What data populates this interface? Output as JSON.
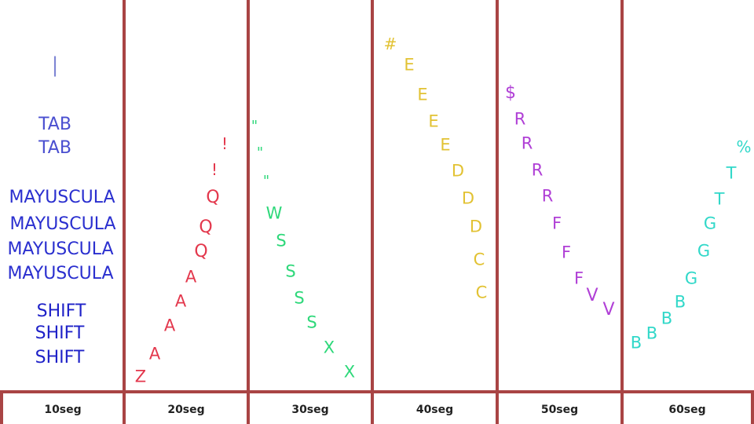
{
  "time_labels": [
    "10seg",
    "20seg",
    "30seg",
    "40seg",
    "50seg",
    "60seg"
  ],
  "colors": {
    "divider": "#a94444",
    "col1_light": "#7f86d4",
    "col1_tab": "#4a4fd0",
    "col1_mayuscula": "#2a2fcf",
    "col1_shift": "#1f22c8",
    "col2": "#e3374c",
    "col3": "#2ed87a",
    "col4": "#e2c233",
    "col5": "#b03fd6",
    "col6": "#31d8c9"
  },
  "columns": [
    {
      "keys": [
        {
          "text": "|",
          "color": "col1_light"
        },
        {
          "text": "TAB",
          "color": "col1_tab"
        },
        {
          "text": "TAB",
          "color": "col1_tab"
        },
        {
          "text": "MAYUSCULA",
          "color": "col1_mayuscula"
        },
        {
          "text": "MAYUSCULA",
          "color": "col1_mayuscula"
        },
        {
          "text": "MAYUSCULA",
          "color": "col1_mayuscula"
        },
        {
          "text": "MAYUSCULA",
          "color": "col1_mayuscula"
        },
        {
          "text": "SHIFT",
          "color": "col1_shift"
        },
        {
          "text": "SHIFT",
          "color": "col1_shift"
        },
        {
          "text": "SHIFT",
          "color": "col1_shift"
        }
      ]
    },
    {
      "keys": [
        {
          "text": "!",
          "color": "col2"
        },
        {
          "text": "!",
          "color": "col2"
        },
        {
          "text": "Q",
          "color": "col2"
        },
        {
          "text": "Q",
          "color": "col2"
        },
        {
          "text": "Q",
          "color": "col2"
        },
        {
          "text": "A",
          "color": "col2"
        },
        {
          "text": "A",
          "color": "col2"
        },
        {
          "text": "A",
          "color": "col2"
        },
        {
          "text": "A",
          "color": "col2"
        },
        {
          "text": "Z",
          "color": "col2"
        }
      ]
    },
    {
      "keys": [
        {
          "text": "\"",
          "color": "col3"
        },
        {
          "text": "\"",
          "color": "col3"
        },
        {
          "text": "\"",
          "color": "col3"
        },
        {
          "text": "W",
          "color": "col3"
        },
        {
          "text": "S",
          "color": "col3"
        },
        {
          "text": "S",
          "color": "col3"
        },
        {
          "text": "S",
          "color": "col3"
        },
        {
          "text": "S",
          "color": "col3"
        },
        {
          "text": "X",
          "color": "col3"
        },
        {
          "text": "X",
          "color": "col3"
        }
      ]
    },
    {
      "keys": [
        {
          "text": "#",
          "color": "col4"
        },
        {
          "text": "E",
          "color": "col4"
        },
        {
          "text": "E",
          "color": "col4"
        },
        {
          "text": "E",
          "color": "col4"
        },
        {
          "text": "E",
          "color": "col4"
        },
        {
          "text": "D",
          "color": "col4"
        },
        {
          "text": "D",
          "color": "col4"
        },
        {
          "text": "D",
          "color": "col4"
        },
        {
          "text": "C",
          "color": "col4"
        },
        {
          "text": "C",
          "color": "col4"
        }
      ]
    },
    {
      "keys": [
        {
          "text": "$",
          "color": "col5"
        },
        {
          "text": "R",
          "color": "col5"
        },
        {
          "text": "R",
          "color": "col5"
        },
        {
          "text": "R",
          "color": "col5"
        },
        {
          "text": "R",
          "color": "col5"
        },
        {
          "text": "F",
          "color": "col5"
        },
        {
          "text": "F",
          "color": "col5"
        },
        {
          "text": "F",
          "color": "col5"
        },
        {
          "text": "V",
          "color": "col5"
        },
        {
          "text": "V",
          "color": "col5"
        }
      ]
    },
    {
      "keys": [
        {
          "text": "%",
          "color": "col6"
        },
        {
          "text": "T",
          "color": "col6"
        },
        {
          "text": "T",
          "color": "col6"
        },
        {
          "text": "G",
          "color": "col6"
        },
        {
          "text": "G",
          "color": "col6"
        },
        {
          "text": "G",
          "color": "col6"
        },
        {
          "text": "B",
          "color": "col6"
        },
        {
          "text": "B",
          "color": "col6"
        },
        {
          "text": "B",
          "color": "col6"
        },
        {
          "text": "B",
          "color": "col6"
        }
      ]
    }
  ]
}
